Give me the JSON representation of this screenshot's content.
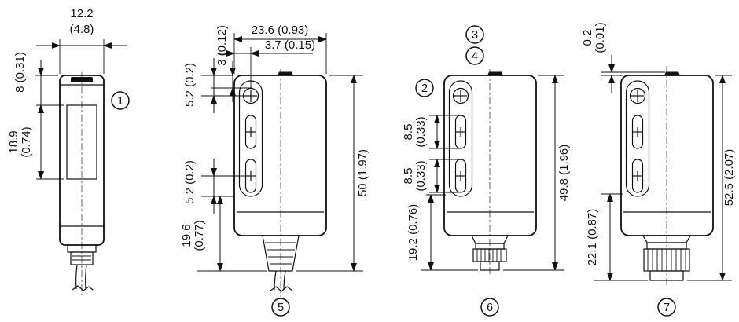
{
  "colors": {
    "line": "#111111",
    "background": "#ffffff"
  },
  "views": {
    "front": {
      "badge": "1",
      "width_mm": "12.2",
      "width_in": "(4.8)",
      "top_height": "8 (0.31)",
      "window_height_mm": "18.9",
      "window_height_in": "(0.74)"
    },
    "cable": {
      "badge": "5",
      "width": "23.6 (0.93)",
      "hole_offset_x": "3.7 (0.15)",
      "hole_offset_y": "3 (0.12)",
      "hole_from_top": "5.2 (0.2)",
      "slot_to_ref": "5.2 (0.2)",
      "lower_height_mm": "19.6",
      "lower_height_in": "(0.77)",
      "total_height": "50 (1.97)"
    },
    "m8": {
      "badge": "6",
      "badge_top_a": "3",
      "badge_top_b": "4",
      "badge_hole": "2",
      "slot1_length_mm": "8.5",
      "slot1_length_in": "(0.33)",
      "slot2_length_mm": "8.5",
      "slot2_length_in": "(0.33)",
      "lower_height": "19.2 (0.76)",
      "total_height": "49.8 (1.96)"
    },
    "m12": {
      "badge": "7",
      "protrusion_mm": "0.2",
      "protrusion_in": "(0.01)",
      "lower_height": "22.1 (0.87)",
      "total_height": "52.5 (2.07)"
    }
  }
}
